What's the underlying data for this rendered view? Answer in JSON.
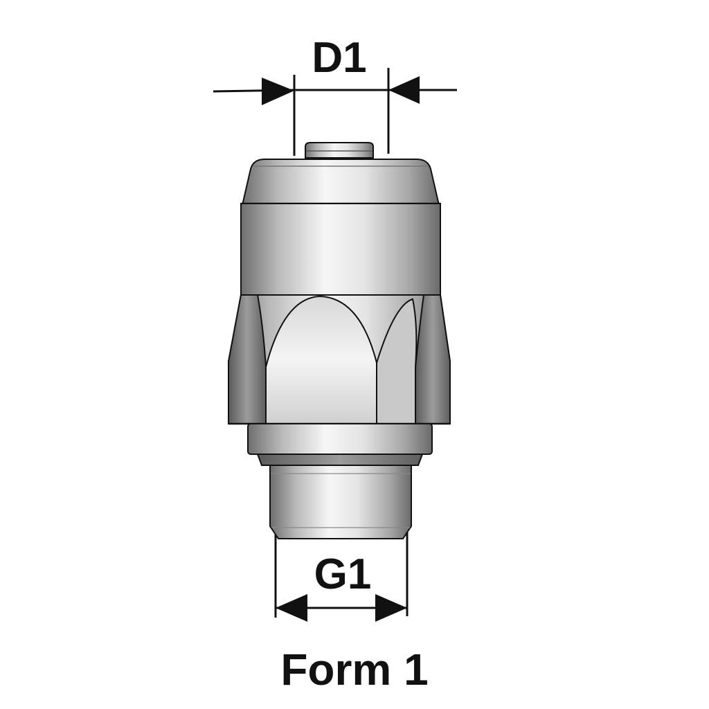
{
  "dimensions": {
    "d1": "D1",
    "g1": "G1"
  },
  "caption": "Form 1",
  "colors": {
    "outline": "#111111",
    "metal_light": "#f4f4f4",
    "metal_mid": "#bdbdbd",
    "metal_dark": "#6e6e6e",
    "background": "#ffffff"
  }
}
